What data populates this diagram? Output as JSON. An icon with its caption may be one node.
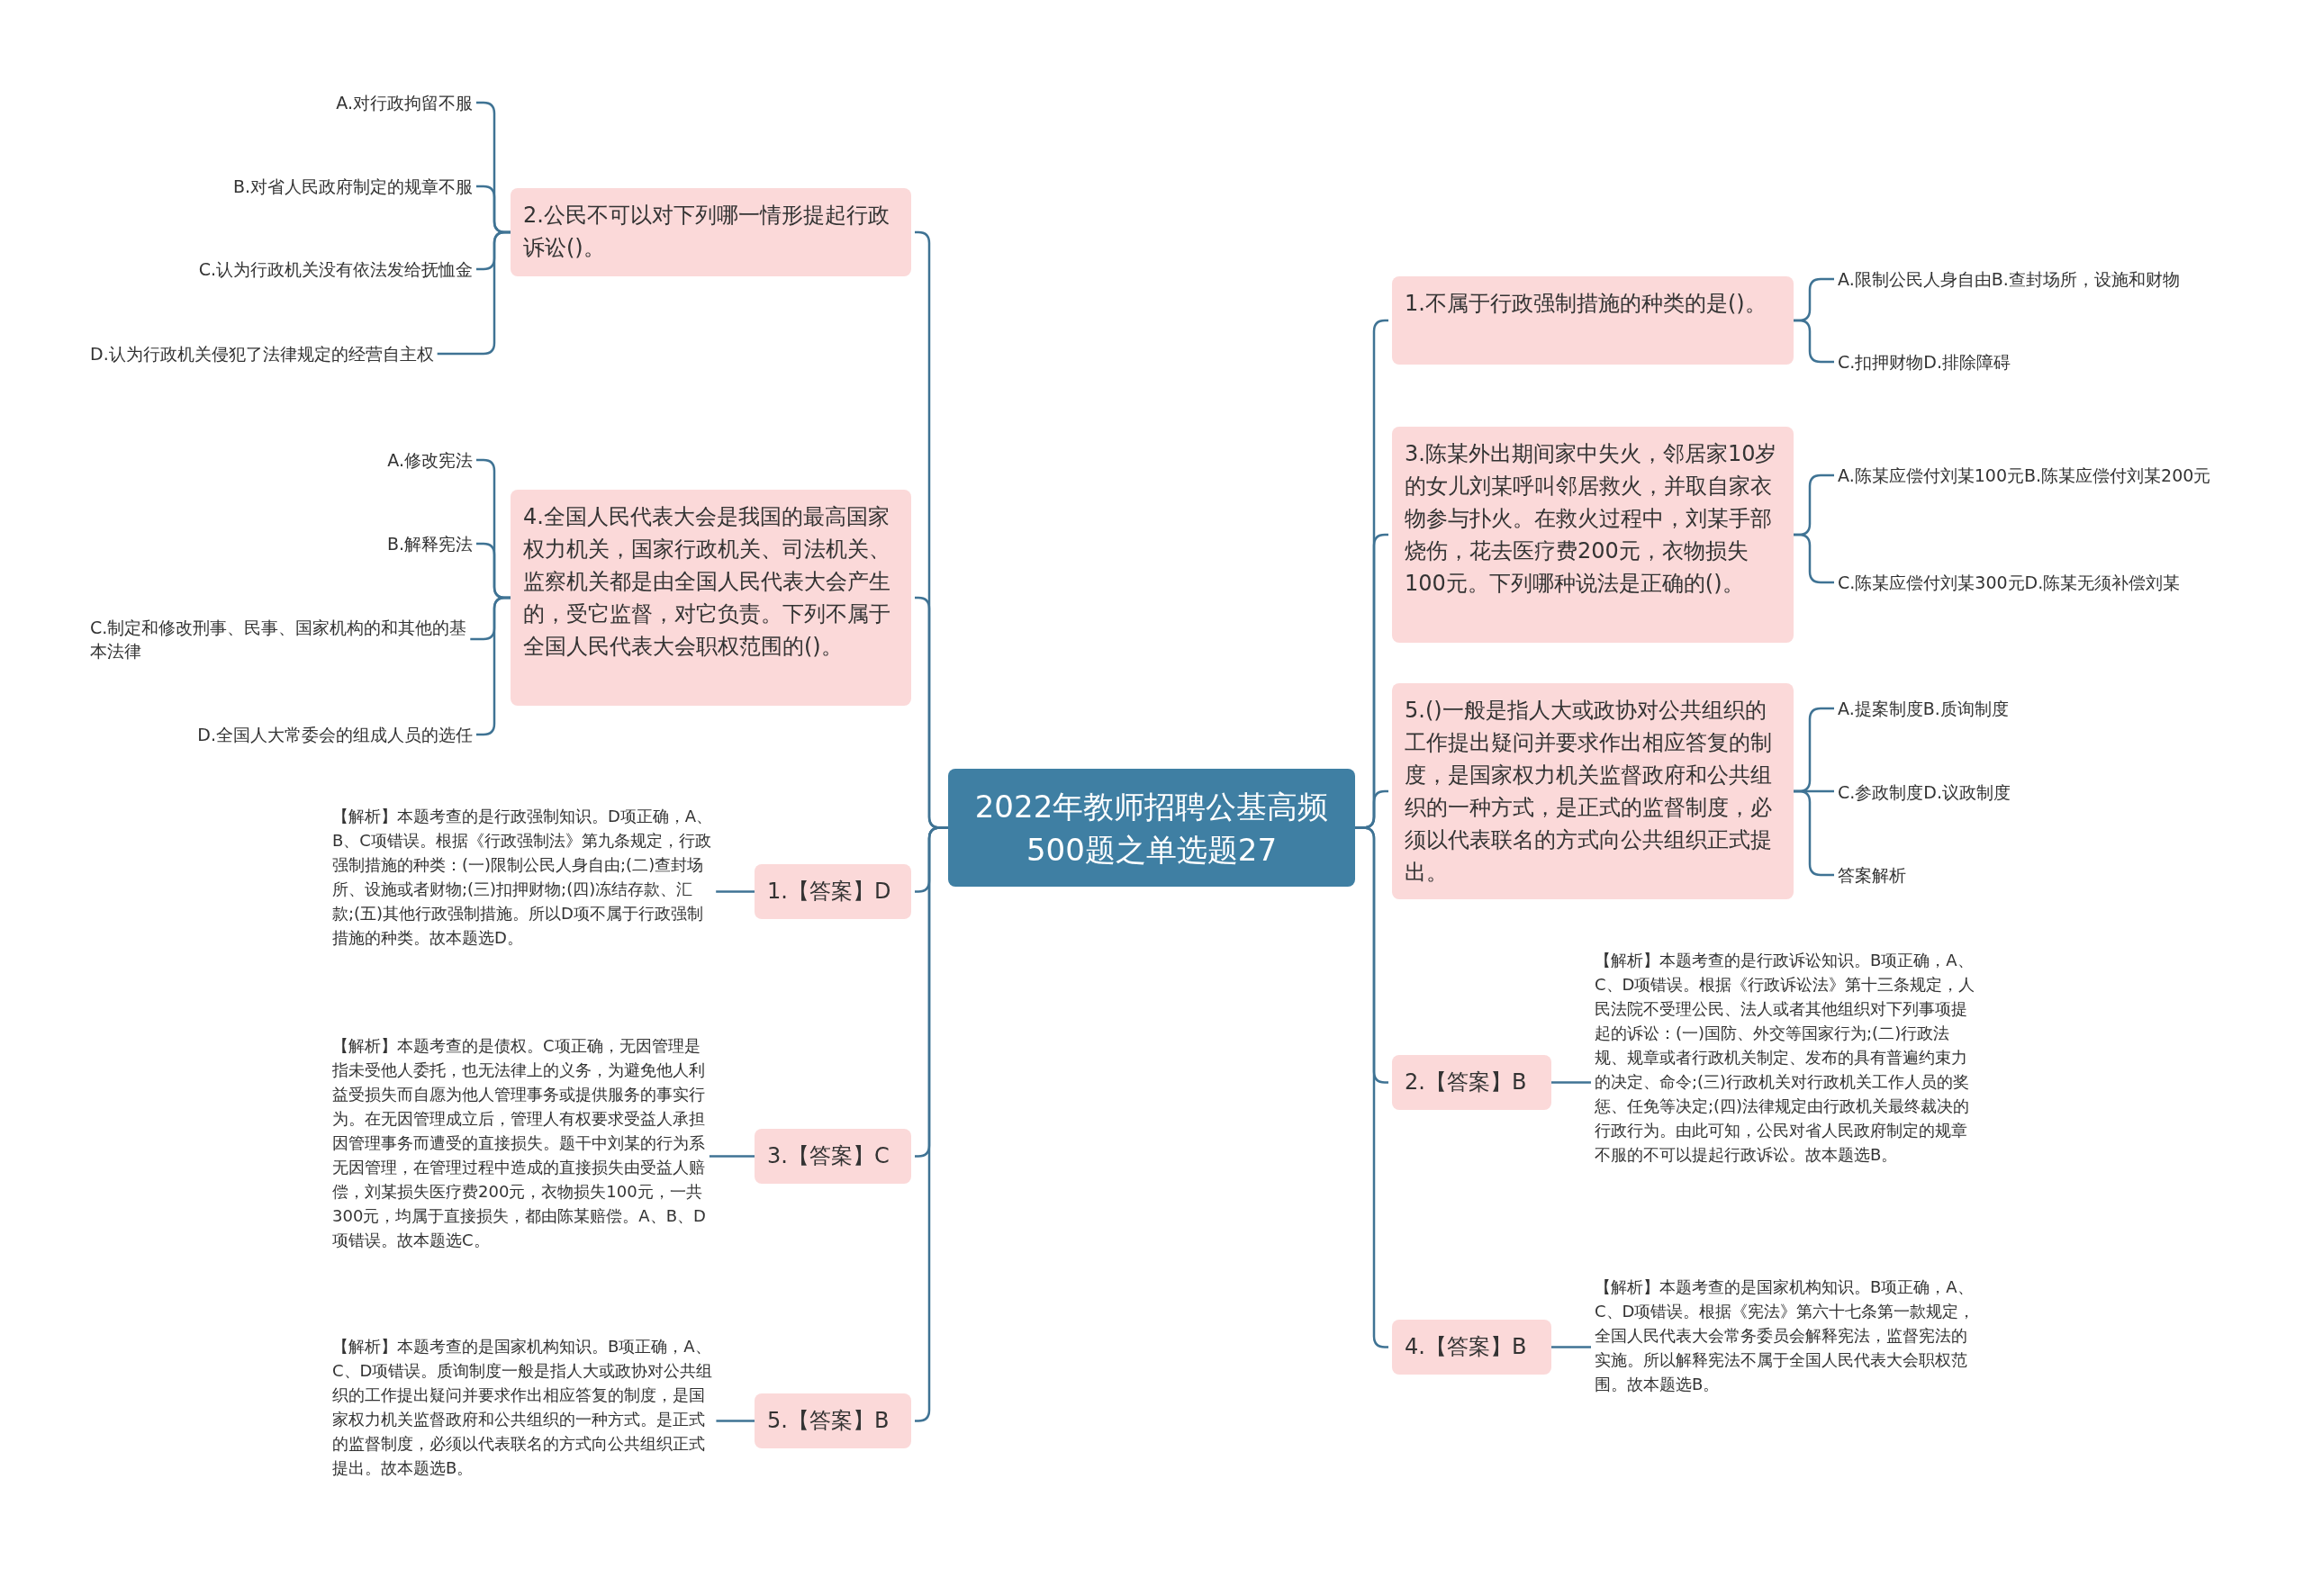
{
  "diagram": {
    "nodes": [
      {
        "text": [
          "2022年教师招聘公基高频500题之单选题27"
        ]
      },
      {
        "text": [
          "2.公民不可以对下列哪一情形提起行政诉讼()。"
        ]
      },
      {
        "text": [
          "A.对行政拘留不服"
        ]
      },
      {
        "text": [
          "B.对省人民政府制定的规章不服"
        ]
      },
      {
        "text": [
          "C.认为行政机关没有依法发给抚恤金"
        ]
      },
      {
        "text": [
          "D.认为行政机关侵犯了法律规定的经营自主权"
        ]
      },
      {
        "text": [
          "4.全国人民代表大会是我国的最高国家权力机关，国家行政机关、司法机关、监察机关都是由全国人民代表大会产生的，受它监督，对它负责。下列不属于全国人民代表大会职权范围的()。"
        ]
      },
      {
        "text": [
          "A.修改宪法"
        ]
      },
      {
        "text": [
          "B.解释宪法"
        ]
      },
      {
        "text": [
          "C.制定和修改刑事、民事、国家机构的和其他的基本法律"
        ]
      },
      {
        "text": [
          "D.全国人大常委会的组成人员的选任"
        ]
      },
      {
        "text": [
          "1.【答案】D"
        ]
      },
      {
        "text": [
          "【解析】本题考查的是行政强制知识。D项正确，A、B、C项错误。根据《行政强制法》第九条规定，行政强制措施的种类：(一)限制公民人身自由;(二)查封场所、设施或者财物;(三)扣押财物;(四)冻结存款、汇款;(五)其他行政强制措施。所以D项不属于行政强制措施的种类。故本题选D。"
        ]
      },
      {
        "text": [
          "3.【答案】C"
        ]
      },
      {
        "text": [
          "【解析】本题考查的是债权。C项正确，无因管理是指未受他人委托，也无法律上的义务，为避免他人利益受损失而自愿为他人管理事务或提供服务的事实行为。在无因管理成立后，管理人有权要求受益人承担因管理事务而遭受的直接损失。题干中刘某的行为系无因管理，在管理过程中造成的直接损失由受益人赔偿，刘某损失医疗费200元，衣物损失100元，一共300元，均属于直接损失，都由陈某赔偿。A、B、D项错误。故本题选C。"
        ]
      },
      {
        "text": [
          "5.【答案】B"
        ]
      },
      {
        "text": [
          "【解析】本题考查的是国家机构知识。B项正确，A、C、D项错误。质询制度一般是指人大或政协对公共组织的工作提出疑问并要求作出相应答复的制度，是国家权力机关监督政府和公共组织的一种方式。是正式的监督制度，必须以代表联名的方式向公共组织正式提出。故本题选B。"
        ]
      },
      {
        "text": [
          "1.不属于行政强制措施的种类的是()。"
        ]
      },
      {
        "text": [
          "A.限制公民人身自由B.查封场所，设施和财物"
        ]
      },
      {
        "text": [
          "C.扣押财物D.排除障碍"
        ]
      },
      {
        "text": [
          "3.陈某外出期间家中失火，邻居家10岁的女儿刘某呼叫邻居救火，并取自家衣物参与扑火。在救火过程中，刘某手部烧伤，花去医疗费200元，衣物损失100元。下列哪种说法是正确的()。"
        ]
      },
      {
        "text": [
          "A.陈某应偿付刘某100元B.陈某应偿付刘某200元"
        ]
      },
      {
        "text": [
          "C.陈某应偿付刘某300元D.陈某无须补偿刘某"
        ]
      },
      {
        "text": [
          "5.()一般是指人大或政协对公共组织的工作提出疑问并要求作出相应答复的制度，是国家权力机关监督政府和公共组织的一种方式，是正式的监督制度，必须以代表联名的方式向公共组织正式提出。"
        ]
      },
      {
        "text": [
          "A.提案制度B.质询制度"
        ]
      },
      {
        "text": [
          "C.参政制度D.议政制度"
        ]
      },
      {
        "text": [
          "答案解析"
        ]
      },
      {
        "text": [
          "2.【答案】B"
        ]
      },
      {
        "text": [
          "【解析】本题考查的是行政诉讼知识。B项正确，A、C、D项错误。根据《行政诉讼法》第十三条规定，人民法院不受理公民、法人或者其他组织对下列事项提起的诉讼：(一)国防、外交等国家行为;(二)行政法规、规章或者行政机关制定、发布的具有普遍约束力的决定、命令;(三)行政机关对行政机关工作人员的奖惩、任免等决定;(四)法律规定由行政机关最终裁决的行政行为。由此可知，公民对省人民政府制定的规章不服的不可以提起行政诉讼。故本题选B。"
        ]
      },
      {
        "text": [
          "4.【答案】B"
        ]
      },
      {
        "text": [
          "【解析】本题考查的是国家机构知识。B项正确，A、C、D项错误。根据《宪法》第六十七条第一款规定，全国人民代表大会常务委员会解释宪法，监督宪法的实施。所以解释宪法不属于全国人民代表大会职权范围。故本题选B。"
        ]
      }
    ],
    "edges": [
      {
        "from": 0,
        "to": 1,
        "arrow": "none"
      },
      {
        "from": 1,
        "to": 2,
        "arrow": "none"
      },
      {
        "from": 1,
        "to": 3,
        "arrow": "none"
      },
      {
        "from": 1,
        "to": 4,
        "arrow": "none"
      },
      {
        "from": 1,
        "to": 5,
        "arrow": "none"
      },
      {
        "from": 0,
        "to": 6,
        "arrow": "none"
      },
      {
        "from": 6,
        "to": 7,
        "arrow": "none"
      },
      {
        "from": 6,
        "to": 8,
        "arrow": "none"
      },
      {
        "from": 6,
        "to": 9,
        "arrow": "none"
      },
      {
        "from": 6,
        "to": 10,
        "arrow": "none"
      },
      {
        "from": 0,
        "to": 11,
        "arrow": "none"
      },
      {
        "from": 11,
        "to": 12,
        "arrow": "none"
      },
      {
        "from": 0,
        "to": 13,
        "arrow": "none"
      },
      {
        "from": 13,
        "to": 14,
        "arrow": "none"
      },
      {
        "from": 0,
        "to": 15,
        "arrow": "none"
      },
      {
        "from": 15,
        "to": 16,
        "arrow": "none"
      },
      {
        "from": 0,
        "to": 17,
        "arrow": "none"
      },
      {
        "from": 17,
        "to": 18,
        "arrow": "none"
      },
      {
        "from": 17,
        "to": 19,
        "arrow": "none"
      },
      {
        "from": 0,
        "to": 20,
        "arrow": "none"
      },
      {
        "from": 20,
        "to": 21,
        "arrow": "none"
      },
      {
        "from": 20,
        "to": 22,
        "arrow": "none"
      },
      {
        "from": 0,
        "to": 23,
        "arrow": "none"
      },
      {
        "from": 23,
        "to": 24,
        "arrow": "none"
      },
      {
        "from": 23,
        "to": 25,
        "arrow": "none"
      },
      {
        "from": 23,
        "to": 26,
        "arrow": "none"
      },
      {
        "from": 0,
        "to": 27,
        "arrow": "none"
      },
      {
        "from": 27,
        "to": 28,
        "arrow": "none"
      },
      {
        "from": 0,
        "to": 29,
        "arrow": "none"
      },
      {
        "from": 29,
        "to": 30,
        "arrow": "none"
      }
    ]
  }
}
